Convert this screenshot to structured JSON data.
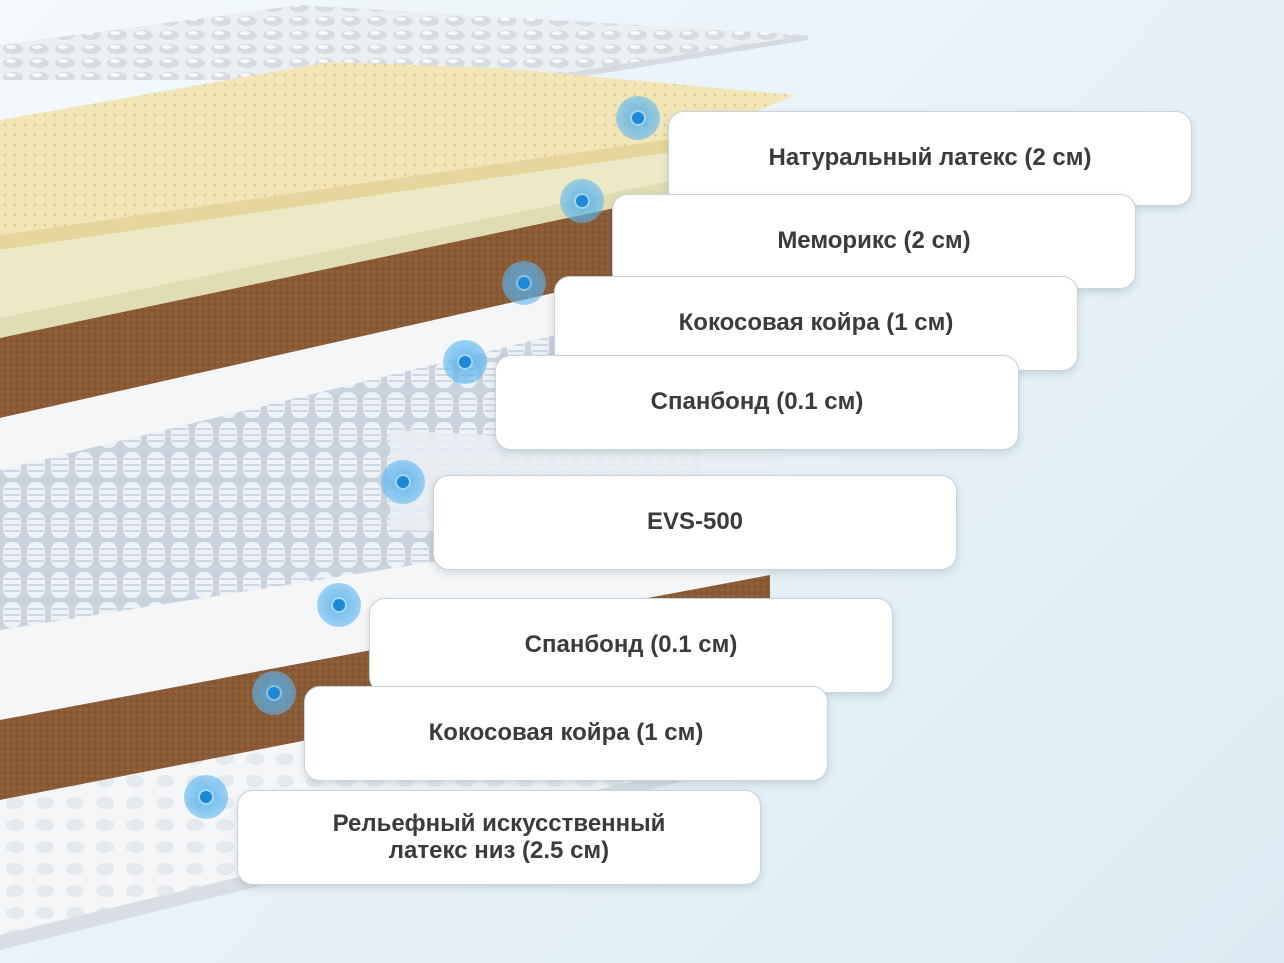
{
  "layers": [
    {
      "label": "Натуральный латекс (2 см)"
    },
    {
      "label": "Меморикс (2 см)"
    },
    {
      "label": "Кокосовая койра (1 см)"
    },
    {
      "label": "Спанбонд (0.1 см)"
    },
    {
      "label": "EVS-500"
    },
    {
      "label": "Спанбонд (0.1 см)"
    },
    {
      "label": "Кокосовая койра (1 см)"
    },
    {
      "label": "Рельефный искусственный\nлатекс низ (2.5 см)"
    }
  ],
  "colors": {
    "latex": "#f2e6b8",
    "memory_foam": "#ece8c4",
    "coir": "#8a5a35",
    "spunbond": "#f3f5f7",
    "springs": "#dde5ee",
    "marker": "#1a8ad8"
  },
  "icons": {
    "marker": "blue-dot-marker-icon"
  }
}
